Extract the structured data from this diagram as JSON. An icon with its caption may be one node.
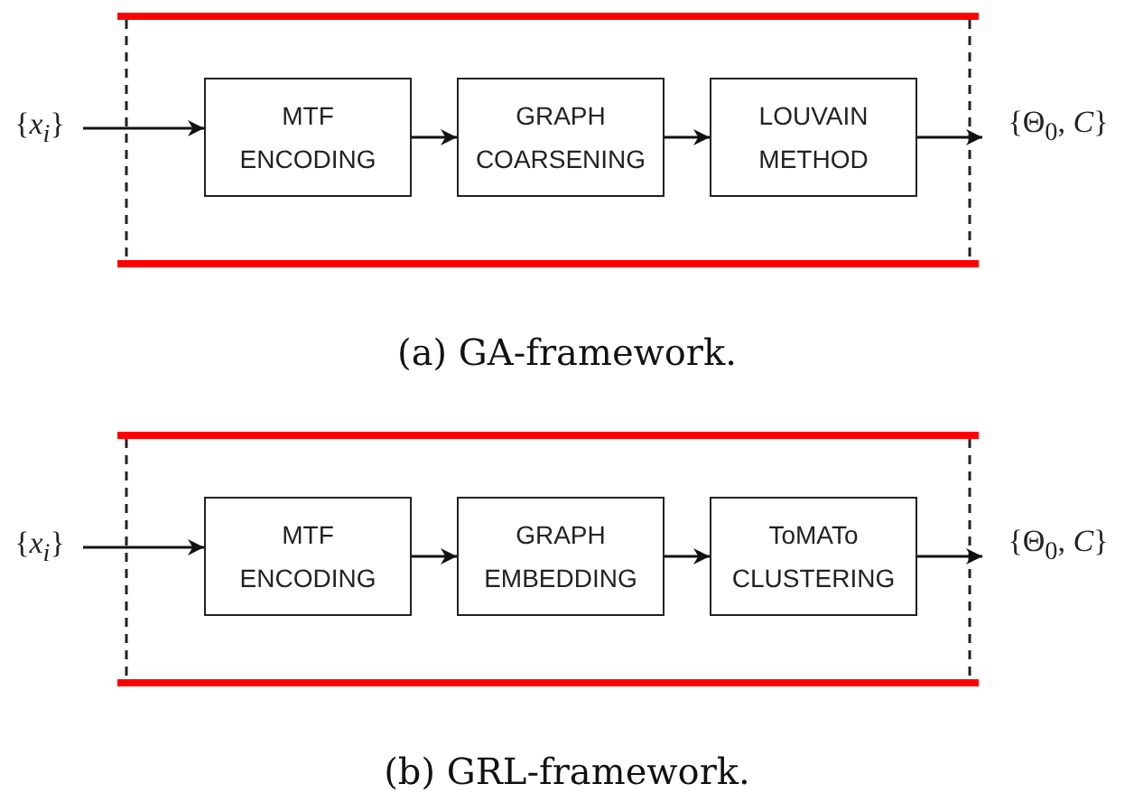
{
  "diagram": {
    "nodes": [
      {
        "text": [
          "{*x*$_{i}$}"
        ]
      },
      {
        "text": [
          "MTF ENCODING"
        ]
      },
      {
        "text": [
          "GRAPH COARSENING"
        ]
      },
      {
        "text": [
          "LOUVAIN METHOD"
        ]
      },
      {
        "text": [
          "{Θ$_{0}$, *C*}"
        ]
      },
      {
        "text": [
          "{*x*$_{i}$}"
        ]
      },
      {
        "text": [
          "MTF ENCODING"
        ]
      },
      {
        "text": [
          "GRAPH EMBEDDING"
        ]
      },
      {
        "text": [
          "ToMATo CLUSTERING"
        ]
      },
      {
        "text": [
          "{Θ$_{0}$, *C*}"
        ]
      }
    ],
    "edges": [
      {
        "from": 0,
        "to": 1,
        "arrow": "to"
      },
      {
        "from": 1,
        "to": 2,
        "arrow": "to"
      },
      {
        "from": 2,
        "to": 3,
        "arrow": "to"
      },
      {
        "from": 3,
        "to": 4,
        "arrow": "to"
      },
      {
        "from": 5,
        "to": 6,
        "arrow": "to"
      },
      {
        "from": 6,
        "to": 7,
        "arrow": "to"
      },
      {
        "from": 7,
        "to": 8,
        "arrow": "to"
      },
      {
        "from": 8,
        "to": 9,
        "arrow": "to"
      }
    ],
    "labels": [
      "(a) GA-framework.",
      "(b) GRL-framework."
    ]
  }
}
